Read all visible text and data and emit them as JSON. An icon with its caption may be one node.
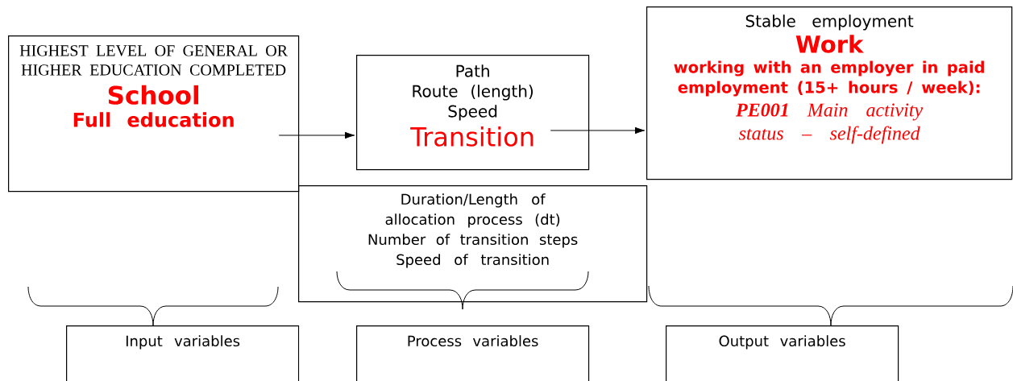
{
  "diagram": {
    "nodes": [
      {
        "text": [
          "HIGHEST LEVEL OF GENERAL OR HIGHER EDUCATION COMPLETED",
          "School",
          "Full education"
        ]
      },
      {
        "text": [
          "Path",
          "Route (length)",
          "Speed",
          "Transition"
        ]
      },
      {
        "text": [
          "Stable employment",
          "Work",
          "working with an employer in paid employment (15+ hours / week):",
          "**PE001** Main activity status – self-defined"
        ]
      },
      {
        "text": [
          "Duration/Length of allocation process (dt)",
          "Number of transition steps",
          "Speed of transition"
        ]
      },
      {
        "text": [
          "Input variables"
        ]
      },
      {
        "text": [
          "Process variables"
        ]
      },
      {
        "text": [
          "Output variables"
        ]
      }
    ],
    "edges": [
      {
        "from": 0,
        "to": 1,
        "arrow": "to"
      },
      {
        "from": 1,
        "to": 2,
        "arrow": "to"
      }
    ]
  }
}
